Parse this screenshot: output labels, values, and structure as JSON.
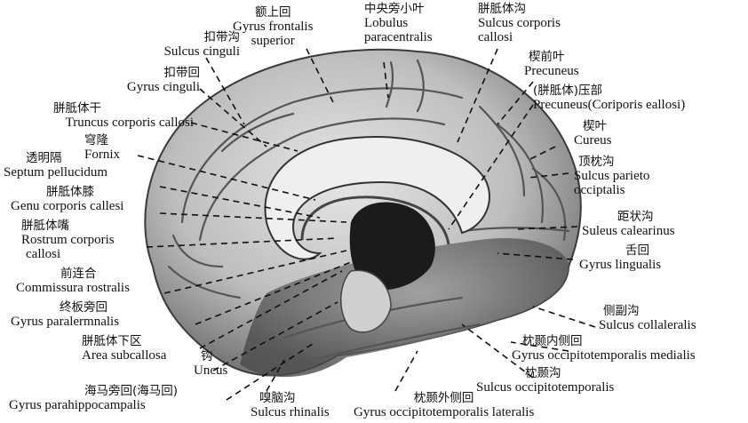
{
  "labels": {
    "sup_frontal": {
      "zh": "额上回",
      "en1": "Gyrus frontalis",
      "en2": "superior"
    },
    "paracentral": {
      "zh": "中央旁小叶",
      "en1": "Lobulus",
      "en2": "paracentralis"
    },
    "sulc_callosi": {
      "zh": "胼胝体沟",
      "en1": "Sulcus corporis",
      "en2": "callosi"
    },
    "sulc_cinguli": {
      "zh": "扣带沟",
      "en": "Sulcus cinguli"
    },
    "gyr_cinguli": {
      "zh": "扣带回",
      "en": "Gyrus cinguli"
    },
    "truncus": {
      "zh": "胼胝体干",
      "en": "Truncus corporis callosi"
    },
    "fornix": {
      "zh": "穹隆",
      "en": "Fornix"
    },
    "septum": {
      "zh": "透明隔",
      "en": "Septum pellucidum"
    },
    "genu": {
      "zh": "胼胝体膝",
      "en": "Genu corporis callesi"
    },
    "rostrum": {
      "zh": "胼胝体嘴",
      "en1": "Rostrum corporis",
      "en2": "callosi"
    },
    "commissura": {
      "zh": "前连合",
      "en": "Commissura rostralis"
    },
    "paraterminal": {
      "zh": "终板旁回",
      "en": "Gyrus paralermnalis"
    },
    "subcallosa": {
      "zh": "胼胝体下区",
      "en": "Area subcallosa"
    },
    "uncus": {
      "zh": "钩",
      "en": "Uncus"
    },
    "parahippo": {
      "zh": "海马旁回(海马回)",
      "en": "Gyrus parahippocampalis"
    },
    "rhinalis": {
      "zh": "嗅脑沟",
      "en": "Sulcus rhinalis"
    },
    "ot_lateralis": {
      "zh": "枕颞外侧回",
      "en": "Gyrus occipitotemporalis lateralis"
    },
    "precuneus": {
      "zh": "楔前叶",
      "en": "Precuneus"
    },
    "precuneus2": {
      "zh": "(胼胝体)压部",
      "en": "Precuneus(Coriporis eallosi)"
    },
    "cuneus": {
      "zh": "楔叶",
      "en": "Cureus"
    },
    "parieto_occ": {
      "zh": "顶枕沟",
      "en1": "Sulcus parieto",
      "en2": "occiptalis"
    },
    "calcarine": {
      "zh": "距状沟",
      "en": "Suleus calearinus"
    },
    "lingual": {
      "zh": "舌回",
      "en": "Gyrus lingualis"
    },
    "collateral": {
      "zh": "侧副沟",
      "en": "Sulcus collaleralis"
    },
    "ot_medialis": {
      "zh": "枕颞内侧回",
      "en": "Gyrus occipitotemporalis medialis"
    },
    "ot_sulcus": {
      "zh": "枕颞沟",
      "en": "Sulcus occipitotemporalis"
    }
  }
}
